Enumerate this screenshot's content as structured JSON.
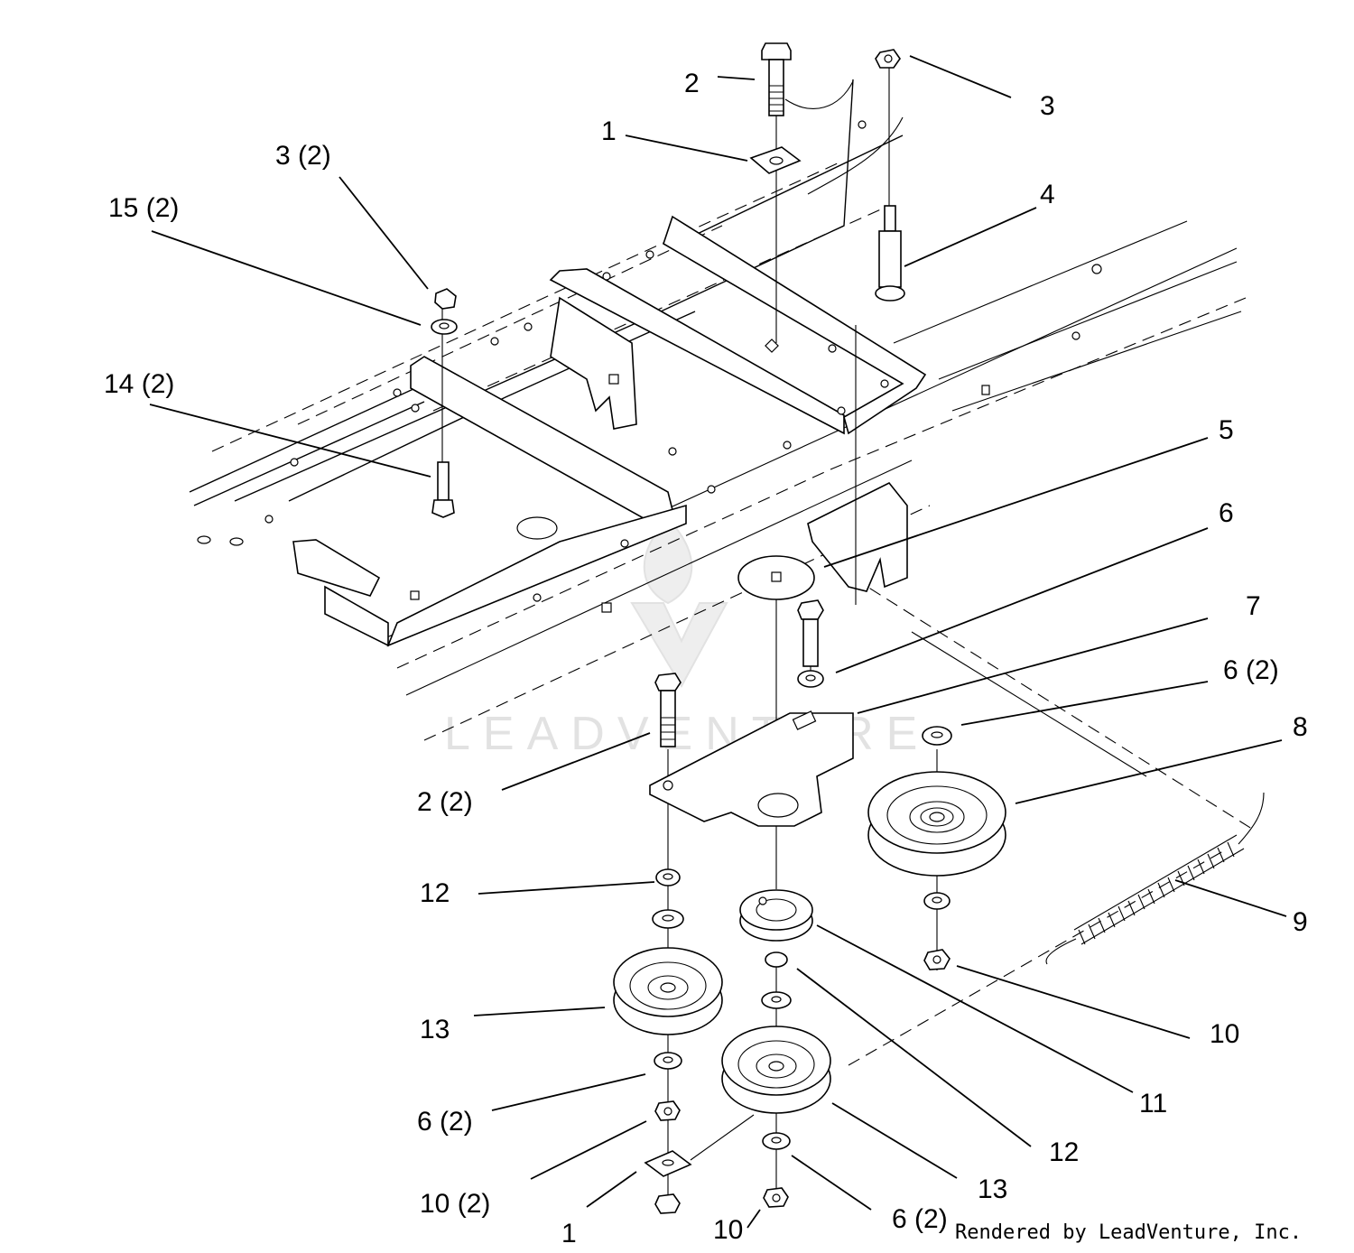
{
  "callouts": [
    {
      "label": "1"
    },
    {
      "label": "2"
    },
    {
      "label": "3"
    },
    {
      "label": "3 (2)"
    },
    {
      "label": "15 (2)"
    },
    {
      "label": "4"
    },
    {
      "label": "14 (2)"
    },
    {
      "label": "5"
    },
    {
      "label": "6"
    },
    {
      "label": "7"
    },
    {
      "label": "6 (2)"
    },
    {
      "label": "8"
    },
    {
      "label": "2 (2)"
    },
    {
      "label": "12"
    },
    {
      "label": "9"
    },
    {
      "label": "13"
    },
    {
      "label": "10"
    },
    {
      "label": "11"
    },
    {
      "label": "6 (2)"
    },
    {
      "label": "12"
    },
    {
      "label": "10 (2)"
    },
    {
      "label": "13"
    },
    {
      "label": "1"
    },
    {
      "label": "10"
    },
    {
      "label": "6 (2)"
    }
  ],
  "watermark": {
    "text": "LEADVENTURE"
  },
  "credit": "Rendered by LeadVenture, Inc."
}
